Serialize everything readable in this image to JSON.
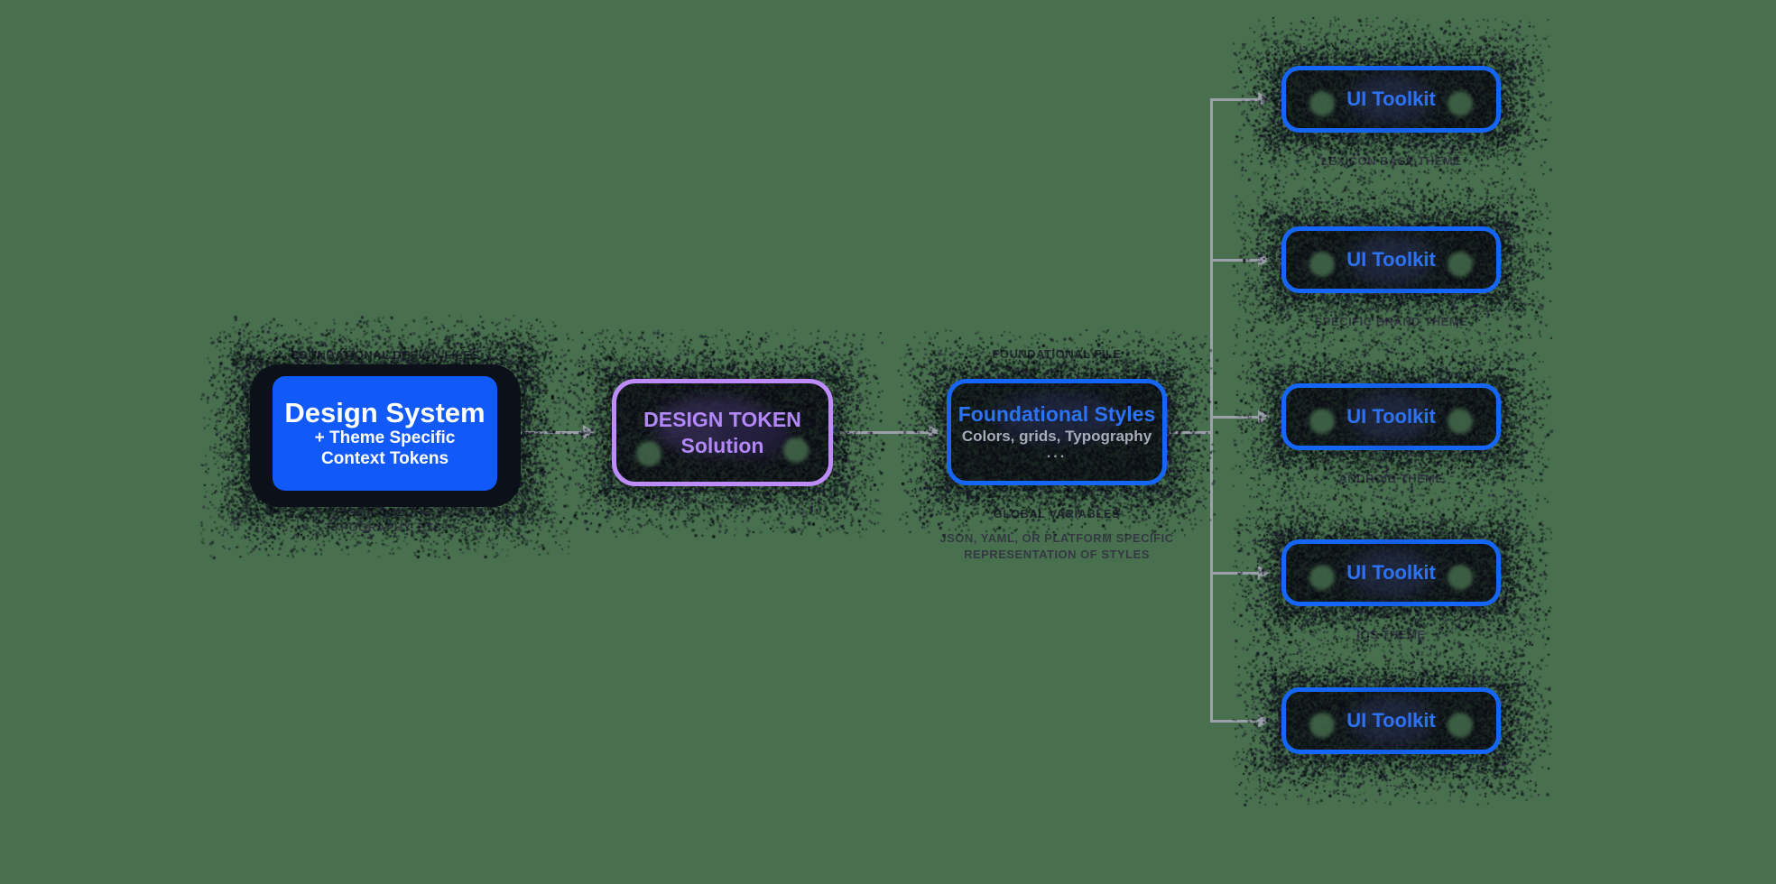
{
  "diagram": {
    "background_color": "#48704E",
    "colors": {
      "node_blue_fill": "#1159F9",
      "node_blue_border": "#1566F8",
      "blue_text": "#2C72F5",
      "purple_border": "#BE8CFA",
      "purple_text": "#B287F8",
      "connector_gray": "#9BA0AA",
      "dark_halo": "#0C1018",
      "white_text": "#FFFFFF",
      "subtitle_gray": "#A7ACBB",
      "annotation_dark": "#343842"
    },
    "labels": {
      "foundational_design_files": "FOUNDATIONAL DESIGN FILES",
      "figma_line1": "FIGMA COLORS,",
      "figma_line2": "TYPOGRAPHY, ETC.",
      "foundational_file": "FOUNDATIONAL FILE",
      "global_variables": "GLOBAL VARIABLES",
      "json_line1": "JSON, YAML, OR PLATFORM SPECIFIC",
      "json_line2": "REPRESENTATION OF STYLES"
    },
    "nodes": {
      "design_system": {
        "title": "Design System",
        "subtitle_line1": "+ Theme Specific",
        "subtitle_line2": "Context Tokens"
      },
      "token_solution": {
        "title": "DESIGN TOKEN",
        "subtitle": "Solution"
      },
      "foundational_styles": {
        "title": "Foundational Styles",
        "subtitle": "Colors, grids, Typography",
        "ellipsis": "..."
      }
    },
    "toolkits": [
      {
        "title": "UI Toolkit",
        "label": "LEXICON BASE THEME"
      },
      {
        "title": "UI Toolkit",
        "label": "SPECIFIC BRAND THEME"
      },
      {
        "title": "UI Toolkit",
        "label": "ANDROID THEME"
      },
      {
        "title": "UI Toolkit",
        "label": "IOS THEME"
      },
      {
        "title": "UI Toolkit",
        "label": "..."
      }
    ]
  }
}
